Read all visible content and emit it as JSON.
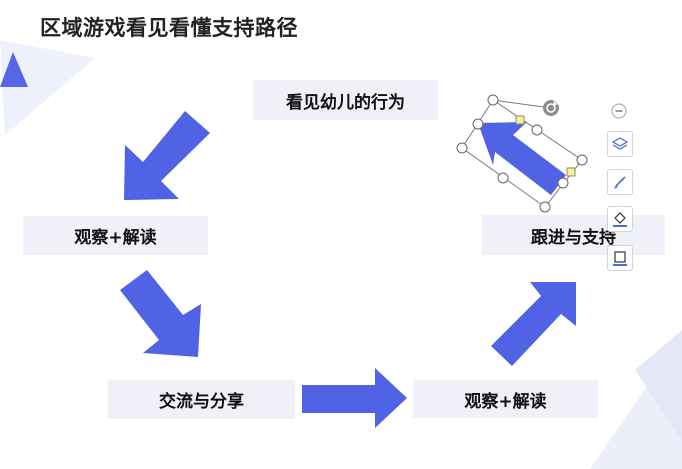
{
  "title": "区域游戏看见看懂支持路径",
  "boxes": {
    "see_behavior": "看见幼儿的行为",
    "observe_interpret_left": "观察+解读",
    "follow_support": "跟进与支持",
    "communicate_share": "交流与分享",
    "observe_interpret_bottom": "观察+解读"
  },
  "toolbar": {
    "icons": [
      "minus-circle-icon",
      "layers-icon",
      "brush-icon",
      "fill-bucket-icon",
      "frame-icon"
    ]
  },
  "colors": {
    "arrow": "#4f63e4",
    "box_background": "#eff0f8",
    "decor_triangle": "#eceef9",
    "decor_accent": "#5d6ee8",
    "selection_handle": "#f7f28b"
  }
}
